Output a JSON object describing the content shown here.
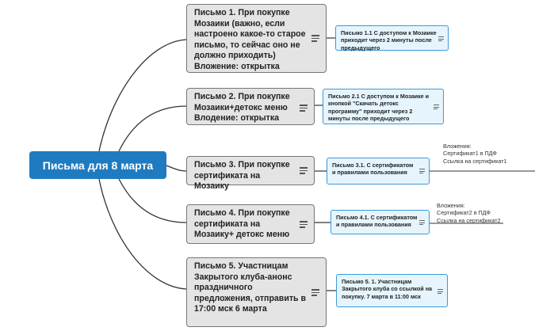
{
  "central": "Письма для 8 марта",
  "topics": [
    {
      "label": "Письмо 1. При покупке Мозаики (важно, если настроено какое-то старое письмо, то сейчас оно не должно приходить)\nВложение: открытка",
      "note": "Письмо 1.1  С доступом к Мозаике приходит через 2 минуты после предыдущего"
    },
    {
      "label": "Письмо 2. При покупке Мозаики+детокс меню\nВлодение: открытка",
      "note": "Письмо 2.1  С доступом к Мозаике и кнопкой \"Скачать детокс программу\" приходит через 2 минуты после предыдущего"
    },
    {
      "label": "Письмо 3.  При покупке сертификата на Мозаику",
      "note": "Письмо 3.1. С сертификатом и правилами пользования",
      "attachment": "Вложения:\nСертификат1 в ПДФ\nСсылка на сертификат1"
    },
    {
      "label": "Письмо 4. При покупке сертификата на Мозаику+ детокс меню",
      "note": "Письмо 4.1. С сертификатом и правилами пользования",
      "attachment": "Вложения:\nСертификат2 в ПДФ\nСсылка на сертификат2"
    },
    {
      "label": "Письмо 5. Участницам Закрытого клуба-анонс праздничного предложения, отправить в 17:00 мск 6 марта",
      "note": "Письмо 5. 1. Участницам Закрытого клуба со ссылкой на покупку. 7 марта в 11:00 мск"
    }
  ],
  "colors": {
    "central_fill": "#1f7bc0",
    "topic_fill": "#e4e4e4",
    "topic_border": "#767676",
    "note_fill": "#e6f5fd",
    "note_border": "#3a9ad9",
    "connector": "#333333"
  },
  "icons": {
    "note_marker": "notes-icon"
  }
}
